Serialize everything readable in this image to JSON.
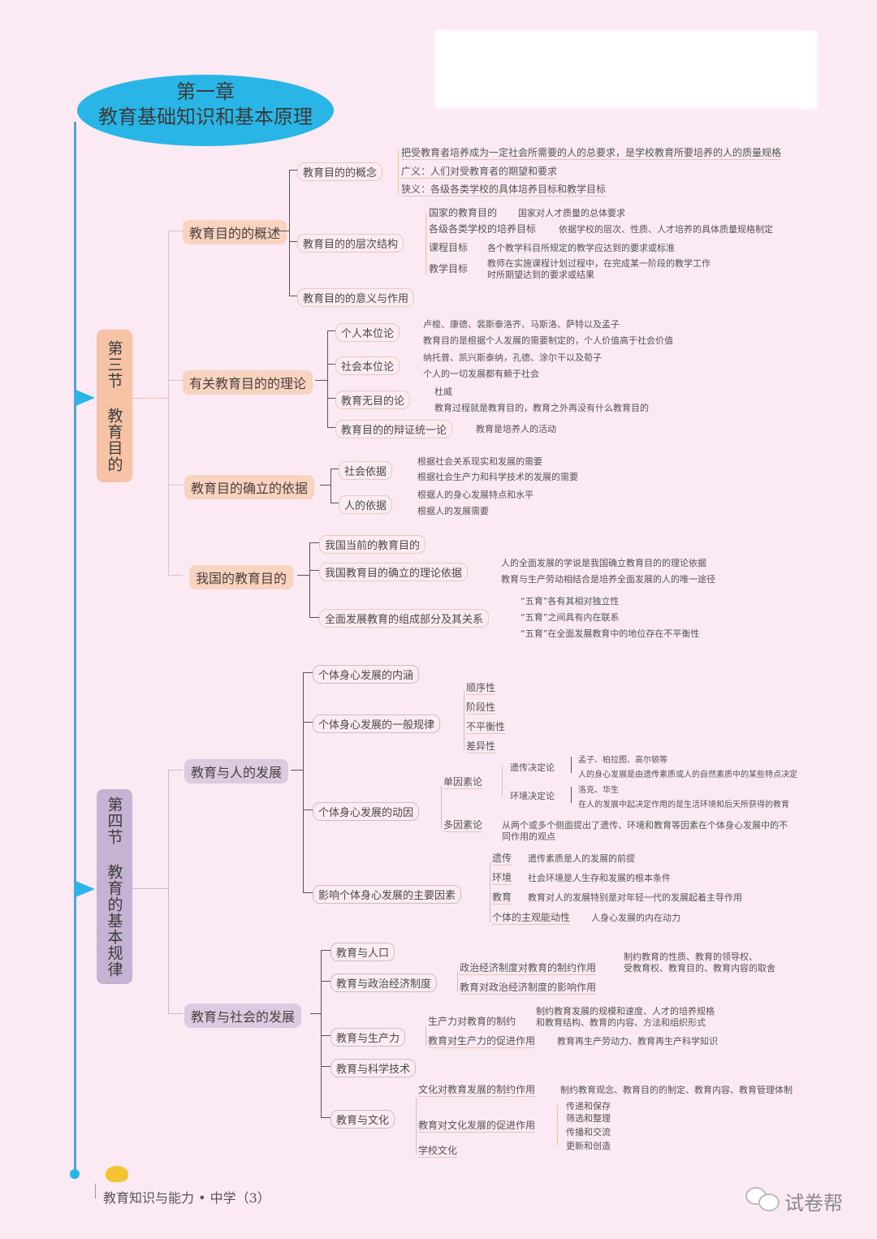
{
  "chapter": {
    "line1": "第一章",
    "line2": "教育基础知识和基本原理"
  },
  "section3": {
    "label": "第三节 教育目的",
    "topics": [
      {
        "label": "教育目的的概述",
        "children": [
          {
            "label": "教育目的的概念",
            "details": [
              "把受教育者培养成为一定社会所需要的人的总要求，是学校教育所要培养的人的质量规格",
              "广义：人们对受教育者的期望和要求",
              "狭义：各级各类学校的具体培养目标和教学目标"
            ]
          },
          {
            "label": "教育目的的层次结构",
            "details": [
              {
                "k": "国家的教育目的",
                "v": "国家对人才质量的总体要求"
              },
              {
                "k": "各级各类学校的培养目标",
                "v": "依据学校的层次、性质、人才培养的具体质量规格制定"
              },
              {
                "k": "课程目标",
                "v": "各个教学科目所规定的教学应达到的要求或标准"
              },
              {
                "k": "教学目标",
                "v": "教师在实施课程计划过程中，在完成某一阶段的教学工作",
                "v2": "时所期望达到的要求或结果"
              }
            ]
          },
          {
            "label": "教育目的的意义与作用"
          }
        ]
      },
      {
        "label": "有关教育目的的理论",
        "children": [
          {
            "label": "个人本位论",
            "details": [
              "卢梭、康德、裴斯泰洛齐、马斯洛、萨特以及孟子",
              "教育目的是根据个人发展的需要制定的，个人价值高于社会价值"
            ]
          },
          {
            "label": "社会本位论",
            "details": [
              "纳托普、凯兴斯泰纳，孔德、涂尔干以及荀子",
              "个人的一切发展都有赖于社会"
            ]
          },
          {
            "label": "教育无目的论",
            "details": [
              "杜威",
              "教育过程就是教育目的，教育之外再没有什么教育目的"
            ]
          },
          {
            "label": "教育目的的辩证统一论",
            "details": [
              "教育是培养人的活动"
            ]
          }
        ]
      },
      {
        "label": "教育目的确立的依据",
        "children": [
          {
            "label": "社会依据",
            "details": [
              "根据社会关系现实和发展的需要",
              "根据社会生产力和科学技术的发展的需要"
            ]
          },
          {
            "label": "人的依据",
            "details": [
              "根据人的身心发展特点和水平",
              "根据人的发展需要"
            ]
          }
        ]
      },
      {
        "label": "我国的教育目的",
        "children": [
          {
            "label": "我国当前的教育目的"
          },
          {
            "label": "我国教育目的确立的理论依据",
            "details": [
              "人的全面发展的学说是我国确立教育目的的理论依据",
              "教育与生产劳动相结合是培养全面发展的人的唯一途径"
            ]
          },
          {
            "label": "全面发展教育的组成部分及其关系",
            "details": [
              "“五育”各有其相对独立性",
              "“五育”之间具有内在联系",
              "“五育”在全面发展教育中的地位存在不平衡性"
            ]
          }
        ]
      }
    ]
  },
  "section4": {
    "label": "第四节 教育的基本规律",
    "topics": [
      {
        "label": "教育与人的发展",
        "children": [
          {
            "label": "个体身心发展的内涵"
          },
          {
            "label": "个体身心发展的一般规律",
            "details": [
              "顺序性",
              "阶段性",
              "不平衡性",
              "差异性"
            ]
          },
          {
            "label": "个体身心发展的动因",
            "single": {
              "label": "单因素论",
              "heredity": {
                "label": "遗传决定论",
                "details": [
                  "孟子、柏拉图、高尔顿等",
                  "人的身心发展是由遗传素质或人的自然素质中的某些特点决定"
                ]
              },
              "environment": {
                "label": "环境决定论",
                "details": [
                  "洛克、华生",
                  "在人的发展中起决定作用的是生活环境和后天所获得的教育"
                ]
              }
            },
            "multi": {
              "label": "多因素论",
              "text": "从两个或多个侧面提出了遗传、环境和教育等因素在个体身心发展中的不",
              "text2": "同作用的观点"
            }
          },
          {
            "label": "影响个体身心发展的主要因素",
            "details": [
              {
                "k": "遗传",
                "v": "遗传素质是人的发展的前提"
              },
              {
                "k": "环境",
                "v": "社会环境是人生存和发展的根本条件"
              },
              {
                "k": "教育",
                "v": "教育对人的发展特别是对年轻一代的发展起着主导作用"
              },
              {
                "k": "个体的主观能动性",
                "v": "人身心发展的内在动力"
              }
            ]
          }
        ]
      },
      {
        "label": "教育与社会的发展",
        "children": [
          {
            "label": "教育与人口"
          },
          {
            "label": "教育与政治经济制度",
            "details": [
              {
                "k": "政治经济制度对教育的制约作用",
                "v": "制约教育的性质、教育的领导权、",
                "v2": "受教育权、教育目的、教育内容的取舍"
              },
              {
                "k": "教育对政治经济制度的影响作用"
              }
            ]
          },
          {
            "label": "教育与生产力",
            "details": [
              {
                "k": "生产力对教育的制约",
                "v": "制约教育发展的规模和速度、人才的培养规格",
                "v2": "和教育结构、教育的内容、方法和组织形式"
              },
              {
                "k": "教育对生产力的促进作用",
                "v": "教育再生产劳动力、教育再生产科学知识"
              }
            ]
          },
          {
            "label": "教育与科学技术"
          },
          {
            "label": "教育与文化",
            "details": [
              {
                "k": "文化对教育发展的制约作用",
                "v": "制约教育观念、教育目的的制定、教育内容、教育管理体制"
              },
              {
                "k": "教育对文化发展的促进作用",
                "items": [
                  "传递和保存",
                  "筛选和整理",
                  "传播和交流",
                  "更新和创造"
                ]
              },
              {
                "k": "学校文化"
              }
            ]
          }
        ]
      }
    ]
  },
  "footer": {
    "text": "教育知识与能力 • 中学（3）",
    "brand": "试卷帮"
  },
  "colors": {
    "spine": "#29b6e6",
    "section3": "#f6c3a6",
    "section4": "#c6b2d2",
    "background": "#fbe9f3"
  }
}
